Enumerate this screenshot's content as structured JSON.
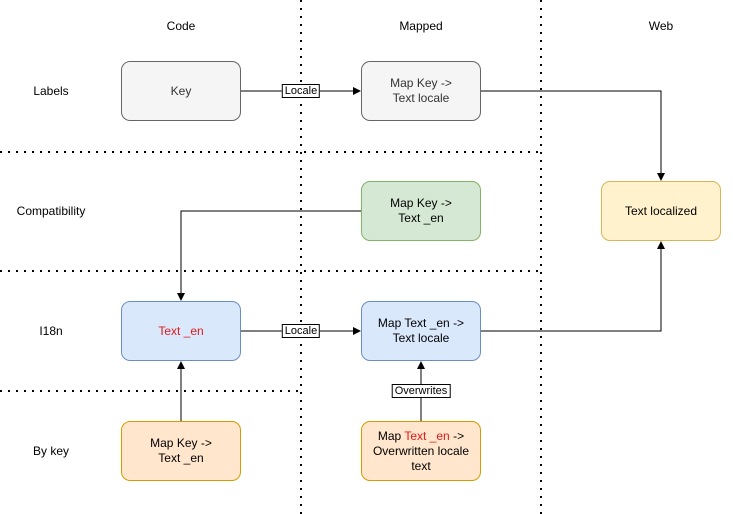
{
  "columns": {
    "code": "Code",
    "mapped": "Mapped",
    "web": "Web"
  },
  "rows": {
    "labels": "Labels",
    "compatibility": "Compatibility",
    "i18n": "I18n",
    "by_key": "By key"
  },
  "nodes": {
    "key": {
      "text": "Key",
      "fill": "#f5f5f5",
      "stroke": "#666666",
      "color": "#333333"
    },
    "map_key_text_locale": {
      "line1": "Map Key ->",
      "line2": "Text locale",
      "fill": "#f5f5f5",
      "stroke": "#666666",
      "color": "#333333"
    },
    "text_localized": {
      "text": "Text localized",
      "fill": "#fff2cc",
      "stroke": "#d6b656"
    },
    "map_key_text_en_compat": {
      "line1": "Map Key ->",
      "line2": "Text _en",
      "fill": "#d5e8d4",
      "stroke": "#82b366"
    },
    "text_en": {
      "text": "Text _en",
      "fill": "#dae8fc",
      "stroke": "#6c8ebf",
      "color": "#e11919"
    },
    "map_text_en_text_locale": {
      "line1": "Map Text _en ->",
      "line2": "Text locale",
      "fill": "#dae8fc",
      "stroke": "#6c8ebf"
    },
    "map_key_text_en_bykey": {
      "line1": "Map Key ->",
      "line2": "Text _en",
      "fill": "#ffe6cc",
      "stroke": "#d79b00"
    },
    "map_overwritten": {
      "prefix": "Map ",
      "highlight": "Text _en",
      "suffix": " ->",
      "line2": "Overwritten locale",
      "line3": "text",
      "fill": "#ffe6cc",
      "stroke": "#d79b00"
    }
  },
  "edge_labels": {
    "locale_top": "Locale",
    "locale_middle": "Locale",
    "overwrites": "Overwrites"
  }
}
